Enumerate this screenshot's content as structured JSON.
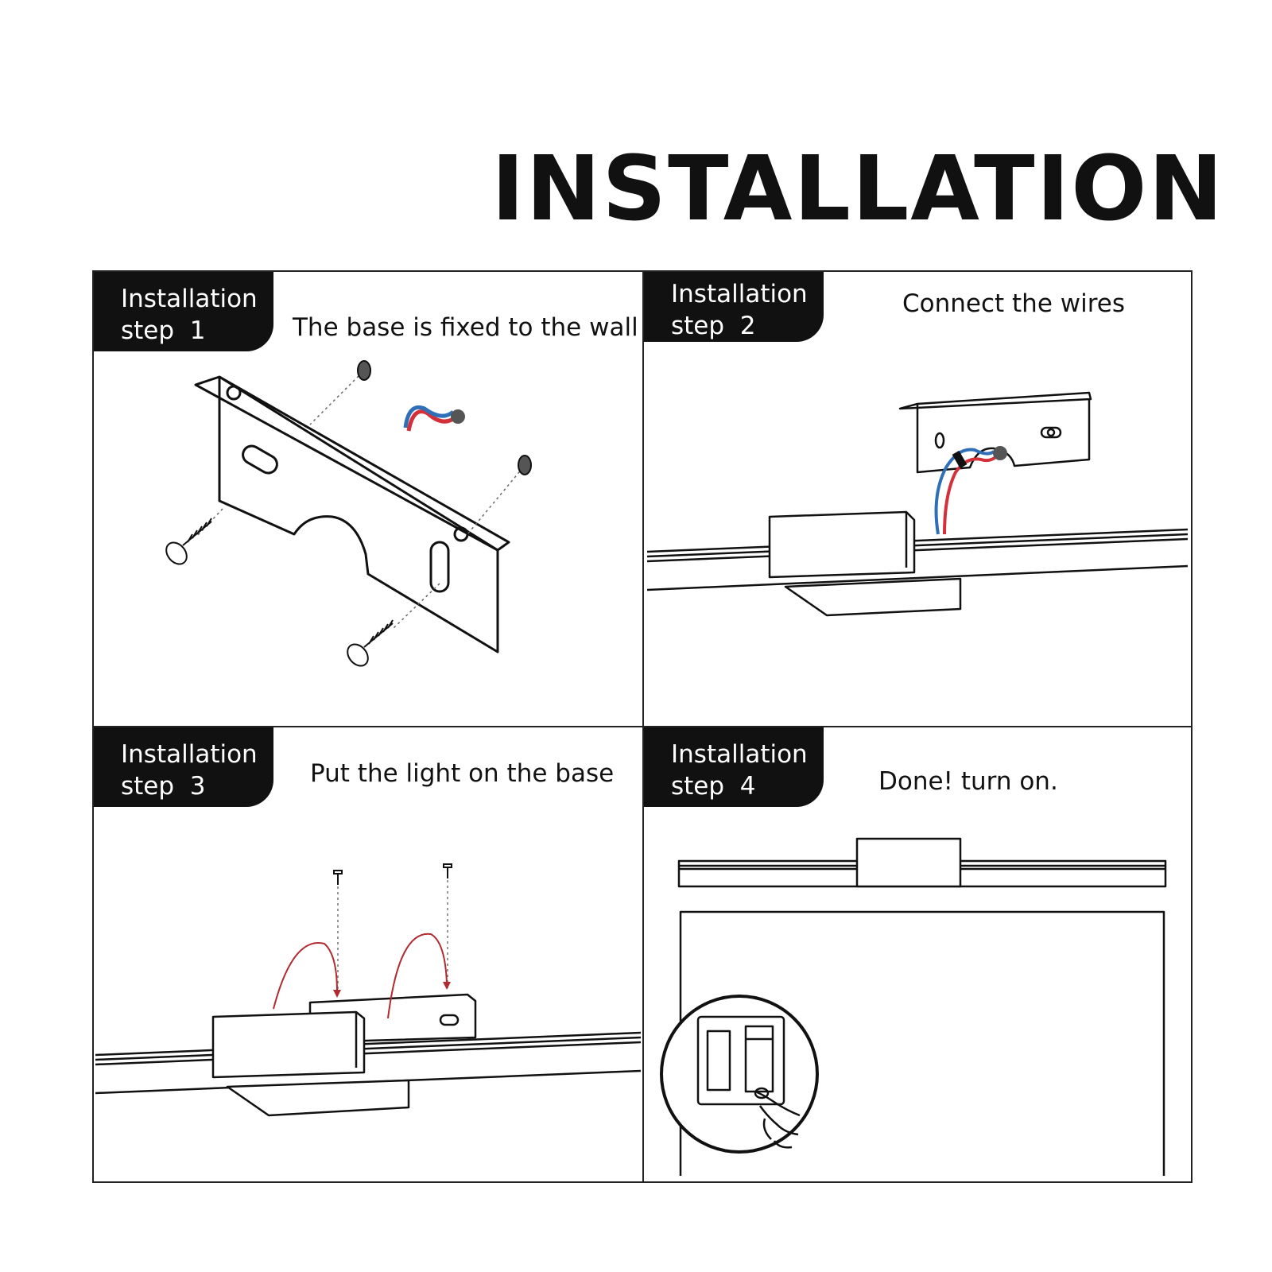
{
  "title": "INSTALLATION",
  "steps": [
    {
      "label_line1": "Installation",
      "label_line2": "step  1",
      "caption": "The base is fixed to the wall"
    },
    {
      "label_line1": "Installation",
      "label_line2": "step  2",
      "caption": "Connect the wires"
    },
    {
      "label_line1": "Installation",
      "label_line2": "step  3",
      "caption": "Put the light on the base"
    },
    {
      "label_line1": "Installation",
      "label_line2": "step  4",
      "caption": "Done!  turn on."
    }
  ],
  "colors": {
    "wire_red": "#d4303a",
    "wire_blue": "#2f6fb8",
    "arrow_red": "#b02a30",
    "ink": "#111111"
  }
}
